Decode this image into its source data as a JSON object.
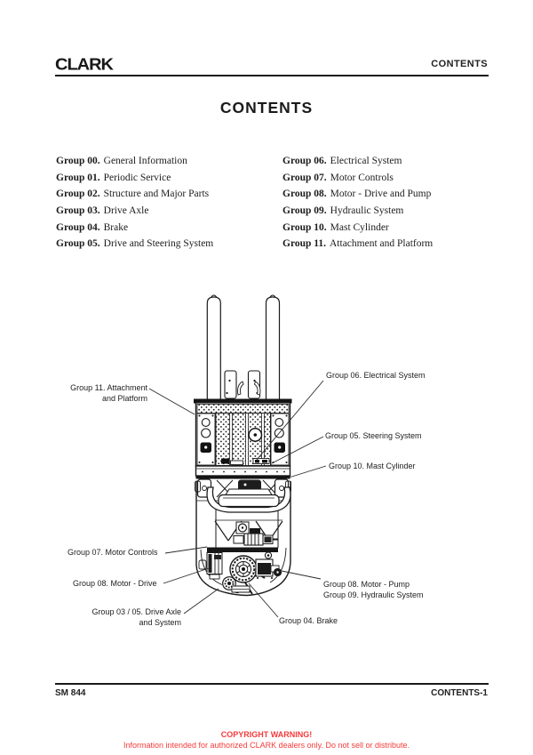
{
  "header": {
    "logo_text": "CLARK",
    "page_label": "CONTENTS"
  },
  "title": "CONTENTS",
  "toc": {
    "left": [
      {
        "group": "Group 00.",
        "name": "General Information"
      },
      {
        "group": "Group 01.",
        "name": "Periodic Service"
      },
      {
        "group": "Group 02.",
        "name": "Structure and Major Parts"
      },
      {
        "group": "Group 03.",
        "name": "Drive Axle"
      },
      {
        "group": "Group 04.",
        "name": "Brake"
      },
      {
        "group": "Group 05.",
        "name": "Drive and Steering System"
      }
    ],
    "right": [
      {
        "group": "Group 06.",
        "name": "Electrical System"
      },
      {
        "group": "Group 07.",
        "name": "Motor Controls"
      },
      {
        "group": "Group 08.",
        "name": "Motor - Drive and Pump"
      },
      {
        "group": "Group 09.",
        "name": "Hydraulic System"
      },
      {
        "group": "Group 10.",
        "name": "Mast Cylinder"
      },
      {
        "group": "Group 11.",
        "name": "Attachment and Platform"
      }
    ]
  },
  "diagram": {
    "labels": {
      "attachment": "Group 11. Attachment\nand Platform",
      "electrical": "Group 06. Electrical System",
      "steering": "Group 05. Steering System",
      "mast_cylinder": "Group 10. Mast Cylinder",
      "motor_controls": "Group 07. Motor Controls",
      "motor_drive": "Group 08. Motor - Drive",
      "drive_axle": "Group 03 / 05. Drive Axle\nand System",
      "motor_pump": "Group 08. Motor - Pump\nGroup 09. Hydraulic System",
      "brake": "Group 04. Brake"
    }
  },
  "footer": {
    "doc_number": "SM 844",
    "page_number": "CONTENTS-1"
  },
  "copyright": {
    "line1": "COPYRIGHT WARNING!",
    "line2": "Information intended for authorized CLARK dealers only. Do not sell or distribute.",
    "color": "#f43b3b"
  }
}
